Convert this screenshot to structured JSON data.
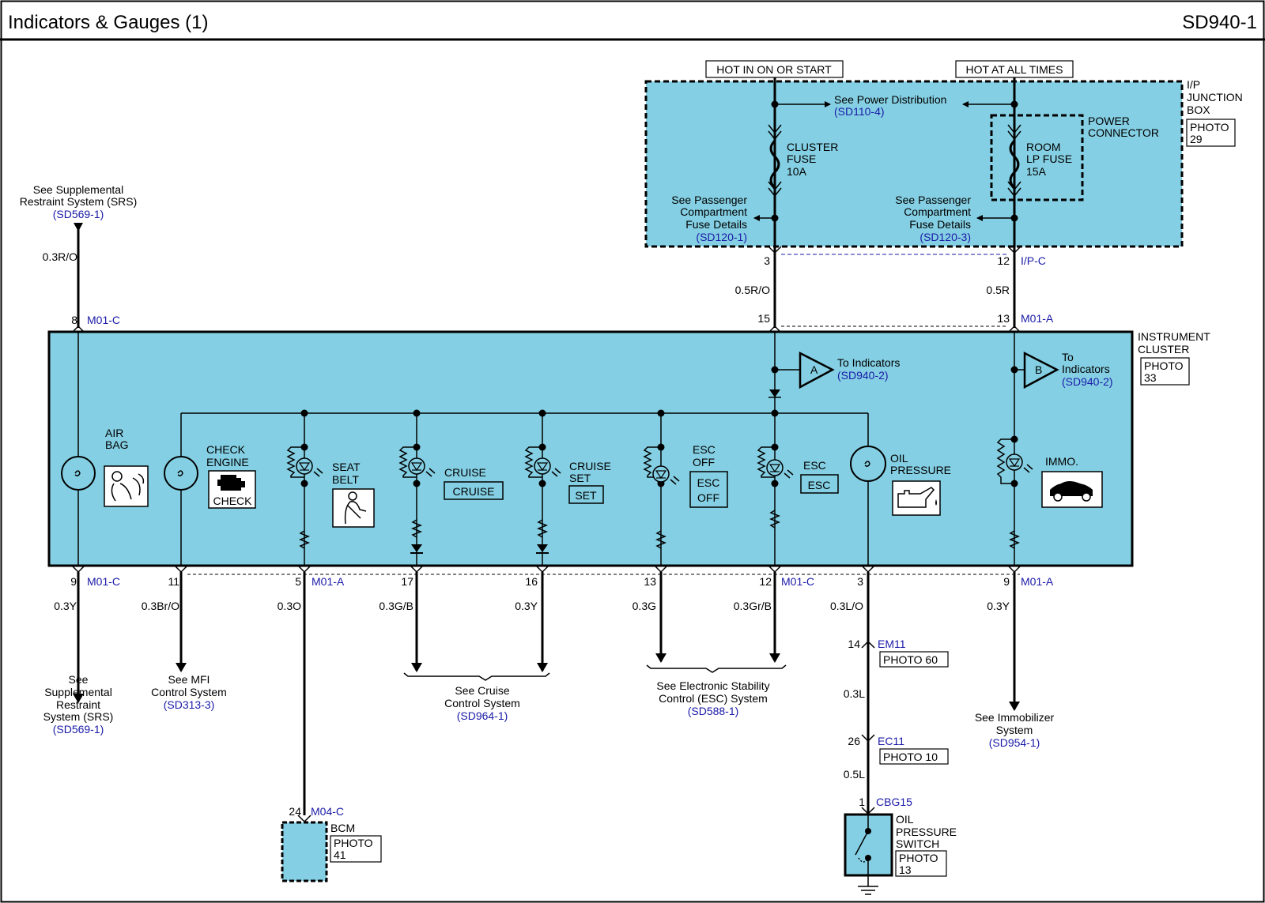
{
  "header": {
    "title": "Indicators & Gauges (1)",
    "code": "SD940-1"
  },
  "junction": {
    "hot_on": "HOT IN ON OR START",
    "hot_all": "HOT AT ALL TIMES",
    "name": [
      "I/P",
      "JUNCTION",
      "BOX"
    ],
    "photo": [
      "PHOTO",
      "29"
    ],
    "power_dist": "See Power Distribution",
    "power_dist_ref": "(SD110-4)",
    "power_connector": [
      "POWER",
      "CONNECTOR"
    ],
    "cluster_fuse": [
      "CLUSTER",
      "FUSE",
      "10A"
    ],
    "room_fuse": [
      "ROOM",
      "LP FUSE",
      "15A"
    ],
    "pass_left": [
      "See Passenger",
      "Compartment",
      "Fuse Details"
    ],
    "pass_left_ref": "(SD120-1)",
    "pass_right": [
      "See Passenger",
      "Compartment",
      "Fuse Details"
    ],
    "pass_right_ref": "(SD120-3)",
    "pin_left": "3",
    "pin_right": "12",
    "conn": "I/P-C"
  },
  "srs_top": {
    "text": [
      "See Supplemental",
      "Restraint System (SRS)"
    ],
    "ref": "(SD569-1)",
    "wire": "0.3R/O",
    "pin": "8",
    "conn": "M01-C"
  },
  "feed": {
    "wire_left": "0.5R/O",
    "wire_right": "0.5R",
    "pin_left": "15",
    "pin_right": "13",
    "conn_right": "M01-A"
  },
  "cluster": {
    "name": [
      "INSTRUMENT",
      "CLUSTER"
    ],
    "photo": [
      "PHOTO",
      "33"
    ],
    "to_ind_a": "To Indicators",
    "to_ind_a_ref": "(SD940-2)",
    "to_ind_b": [
      "To",
      "Indicators"
    ],
    "to_ind_b_ref": "(SD940-2)",
    "marker_a": "A",
    "marker_b": "B",
    "airbag": [
      "AIR",
      "BAG"
    ],
    "check_engine": [
      "CHECK",
      "ENGINE"
    ],
    "check_label": "CHECK",
    "seat_belt": [
      "SEAT",
      "BELT"
    ],
    "cruise": "CRUISE",
    "cruise_label": "CRUISE",
    "cruise_set": [
      "CRUISE",
      "SET"
    ],
    "set_label": "SET",
    "esc_off": [
      "ESC",
      "OFF"
    ],
    "esc_off_label": [
      "ESC",
      "OFF"
    ],
    "esc": "ESC",
    "esc_label": "ESC",
    "oil_pressure": [
      "OIL",
      "PRESSURE"
    ],
    "immo": "IMMO."
  },
  "bottom": {
    "circuits": [
      {
        "pin": "9",
        "conn": "M01-C",
        "wire": "0.3Y"
      },
      {
        "pin": "11",
        "conn": "",
        "wire": "0.3Br/O"
      },
      {
        "pin": "5",
        "conn": "M01-A",
        "wire": "0.3O"
      },
      {
        "pin": "17",
        "conn": "",
        "wire": "0.3G/B"
      },
      {
        "pin": "16",
        "conn": "",
        "wire": "0.3Y"
      },
      {
        "pin": "13",
        "conn": "",
        "wire": "0.3G"
      },
      {
        "pin": "12",
        "conn": "M01-C",
        "wire": "0.3Gr/B"
      },
      {
        "pin": "3",
        "conn": "",
        "wire": "0.3L/O"
      },
      {
        "pin": "9",
        "conn": "M01-A",
        "wire": "0.3Y"
      }
    ],
    "srs": [
      "See",
      "Supplemental",
      "Restraint",
      "System (SRS)"
    ],
    "srs_ref": "(SD569-1)",
    "mfi": [
      "See MFI",
      "Control System"
    ],
    "mfi_ref": "(SD313-3)",
    "cruise_sys": [
      "See Cruise",
      "Control System"
    ],
    "cruise_ref": "(SD964-1)",
    "esc_sys": [
      "See Electronic Stability",
      "Control (ESC) System"
    ],
    "esc_ref": "(SD588-1)",
    "immo_sys": [
      "See Immobilizer",
      "System"
    ],
    "immo_ref": "(SD954-1)",
    "bcm_pin": "24",
    "bcm_conn": "M04-C",
    "bcm": "BCM",
    "bcm_photo": [
      "PHOTO",
      "41"
    ],
    "em11_pin": "14",
    "em11": "EM11",
    "em11_photo": "PHOTO 60",
    "wire_03l": "0.3L",
    "ec11_pin": "26",
    "ec11": "EC11",
    "ec11_photo": "PHOTO 10",
    "wire_05l": "0.5L",
    "cbg_pin": "1",
    "cbg": "CBG15",
    "oil_switch": [
      "OIL",
      "PRESSURE",
      "SWITCH"
    ],
    "oil_photo": [
      "PHOTO",
      "13"
    ]
  }
}
